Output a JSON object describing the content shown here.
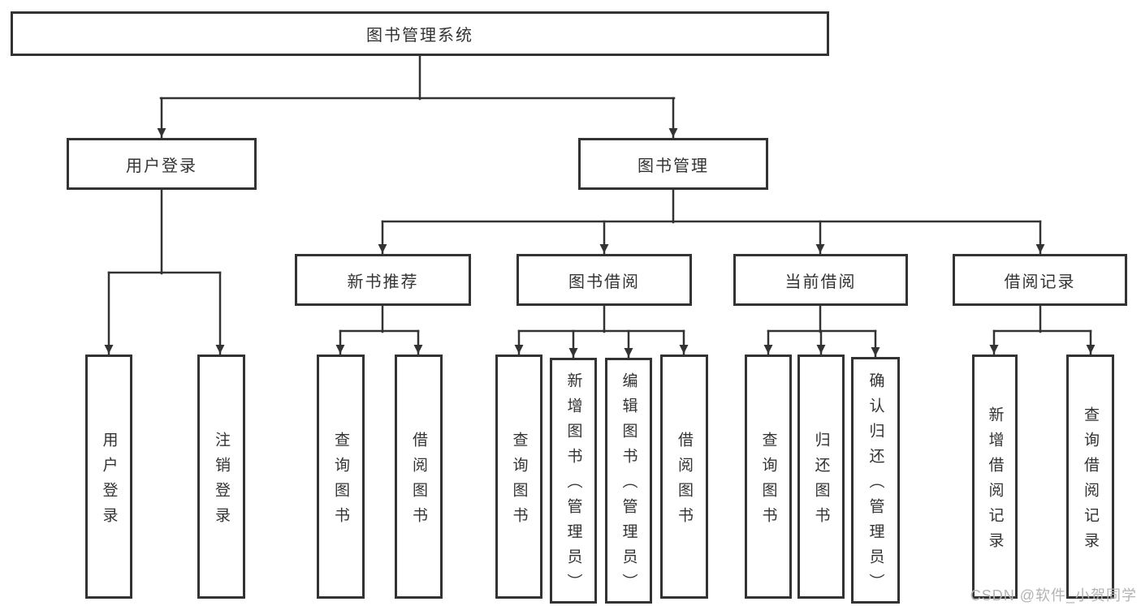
{
  "colors": {
    "line": "#333333",
    "text": "#333333",
    "box_fill": "#ffffff",
    "watermark": "#b3b3b3",
    "background": "#ffffff"
  },
  "watermark": {
    "text": "CSDN @软件_小贺同学"
  },
  "tree": {
    "label": "图书管理系统",
    "children": [
      {
        "label": "用户登录",
        "children": [
          {
            "label": "用户登录"
          },
          {
            "label": "注销登录"
          }
        ]
      },
      {
        "label": "图书管理",
        "children": [
          {
            "label": "新书推荐",
            "children": [
              {
                "label": "查询图书"
              },
              {
                "label": "借阅图书"
              }
            ]
          },
          {
            "label": "图书借阅",
            "children": [
              {
                "label": "查询图书"
              },
              {
                "label": "新增图书（管理员）"
              },
              {
                "label": "编辑图书（管理员）"
              },
              {
                "label": "借阅图书"
              }
            ]
          },
          {
            "label": "当前借阅",
            "children": [
              {
                "label": "查询图书"
              },
              {
                "label": "归还图书"
              },
              {
                "label": "确认归还（管理员）"
              }
            ]
          },
          {
            "label": "借阅记录",
            "children": [
              {
                "label": "新增借阅记录"
              },
              {
                "label": "查询借阅记录"
              }
            ]
          }
        ]
      }
    ]
  }
}
